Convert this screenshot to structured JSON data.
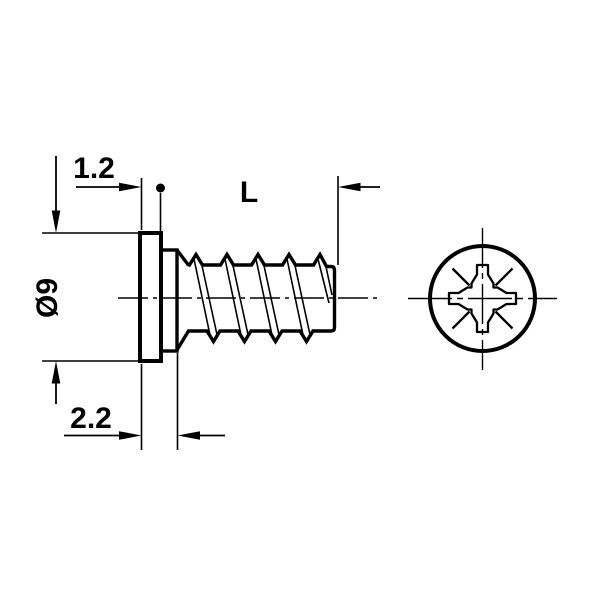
{
  "drawing": {
    "kind": "fastener-technical-drawing",
    "labels": {
      "head_thickness": "1.2",
      "length": "L",
      "head_diameter": "Ø9",
      "head_height": "2.2"
    },
    "colors": {
      "line": "#000000",
      "background": "#ffffff"
    }
  }
}
